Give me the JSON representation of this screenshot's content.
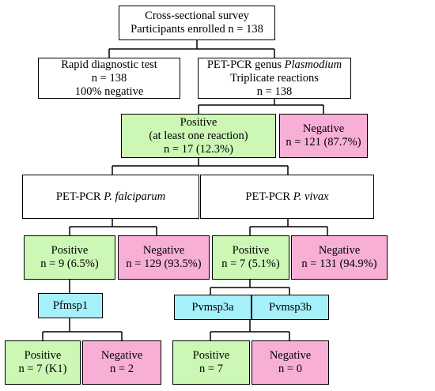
{
  "colors": {
    "positive": "#ccf7b5",
    "negative": "#f7afd6",
    "gene": "#a6f0fb",
    "neutral": "#ffffff",
    "line": "#000000"
  },
  "survey": {
    "line1": "Cross-sectional survey",
    "line2": "Participants enrolled n = 138"
  },
  "rdt": {
    "line1": "Rapid diagnostic test",
    "line2": "n = 138",
    "line3": "100% negative"
  },
  "petpcr_genus": {
    "line1_prefix": "PET-PCR genus ",
    "line1_italic": "Plasmodium",
    "line2": "Triplicate reactions",
    "line3": "n = 138"
  },
  "genus_positive": {
    "line1": "Positive",
    "line2": "(at least one reaction)",
    "line3": "n = 17 (12.3%)"
  },
  "genus_negative": {
    "line1": "Negative",
    "line2": "n = 121 (87.7%)"
  },
  "pf_pcr": {
    "prefix": "PET-PCR ",
    "italic": "P. falciparum"
  },
  "pv_pcr": {
    "prefix": "PET-PCR ",
    "italic": "P. vivax"
  },
  "pf_positive": {
    "line1": "Positive",
    "line2": "n = 9 (6.5%)"
  },
  "pf_negative": {
    "line1": "Negative",
    "line2": "n = 129 (93.5%)"
  },
  "pv_positive": {
    "line1": "Positive",
    "line2": "n = 7 (5.1%)"
  },
  "pv_negative": {
    "line1": "Negative",
    "line2": "n = 131 (94.9%)"
  },
  "pfmsp1": {
    "label": "Pfmsp1"
  },
  "pvmsp3a": {
    "label": "Pvmsp3a"
  },
  "pvmsp3b": {
    "label": "Pvmsp3b"
  },
  "pfmsp1_positive": {
    "line1": "Positive",
    "line2": "n = 7 (K1)"
  },
  "pfmsp1_negative": {
    "line1": "Negative",
    "line2": "n = 2"
  },
  "pvmsp_positive": {
    "line1": "Positive",
    "line2": "n = 7"
  },
  "pvmsp_negative": {
    "line1": "Negative",
    "line2": "n = 0"
  }
}
